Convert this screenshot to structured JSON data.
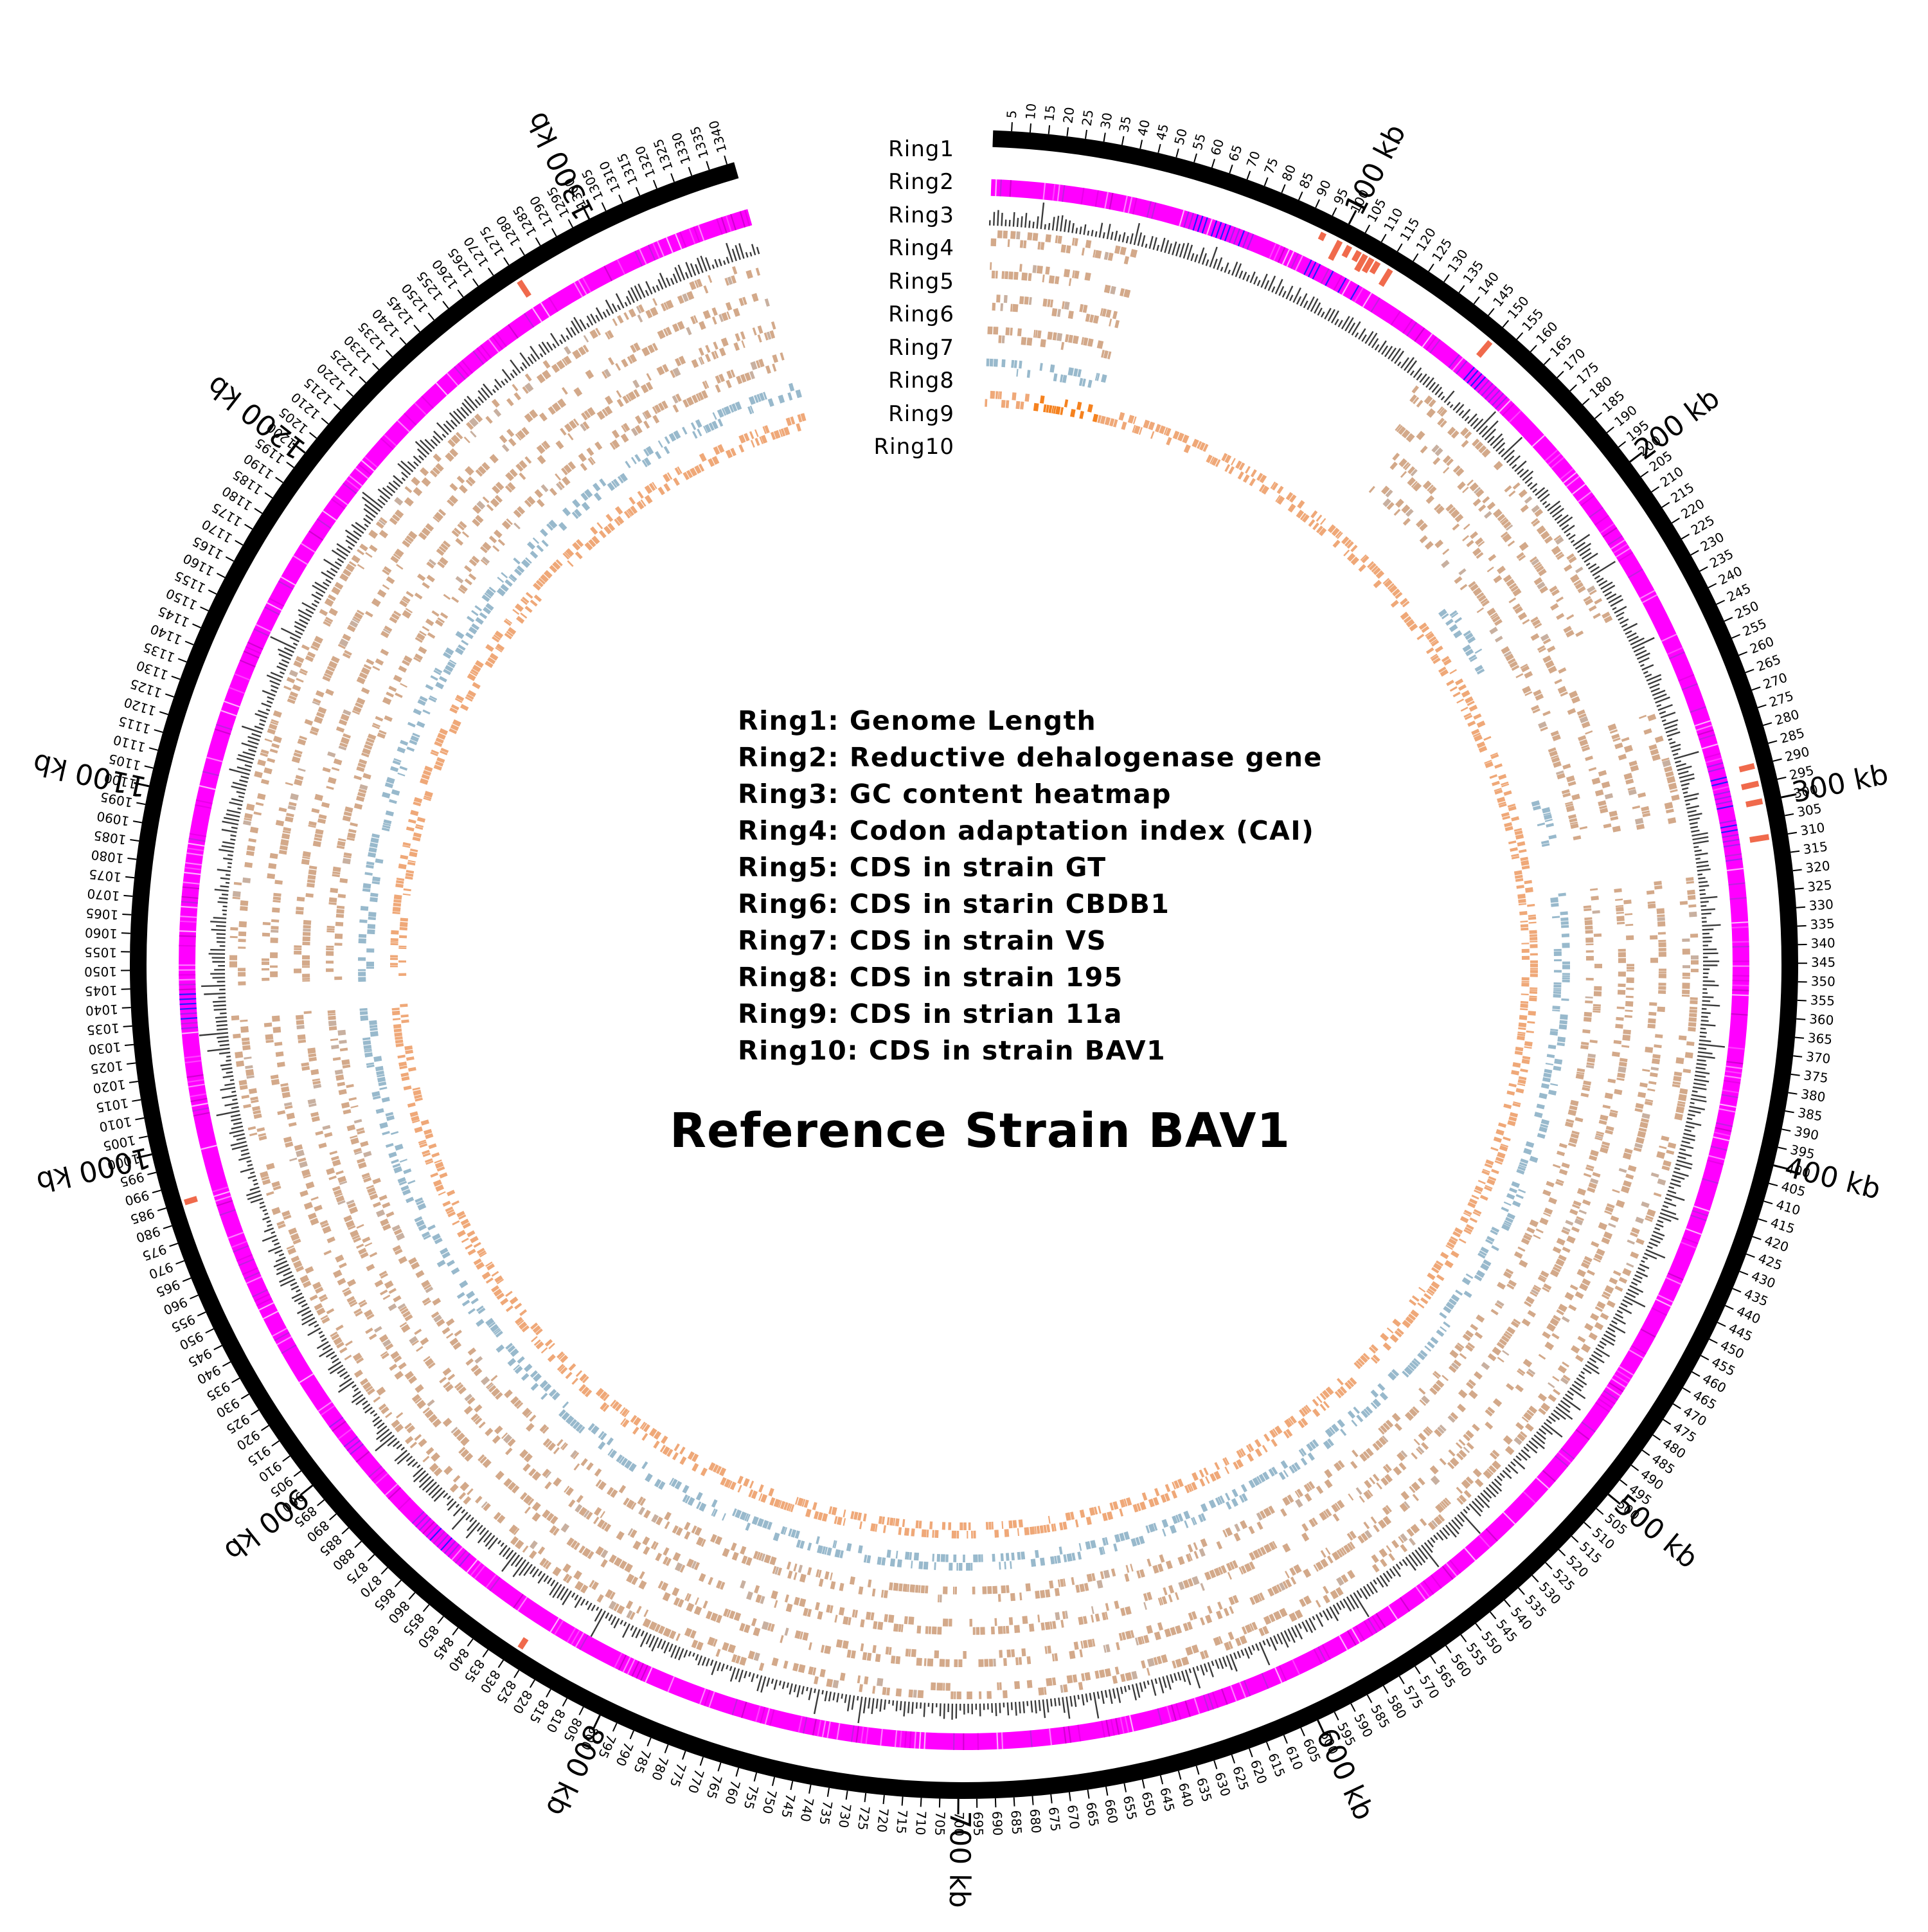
{
  "title": "Reference Strain BAV1",
  "genome": {
    "length_kb": 1342,
    "major_tick_step_kb": 100,
    "minor_tick_step_kb": 5,
    "tick_label_suffix": " kb"
  },
  "ring_names": [
    "Ring1",
    "Ring2",
    "Ring3",
    "Ring4",
    "Ring5",
    "Ring6",
    "Ring7",
    "Ring8",
    "Ring9",
    "Ring10"
  ],
  "legend": [
    "Ring1: Genome Length",
    "Ring2: Reductive dehalogenase gene",
    "Ring3: GC content heatmap",
    "Ring4: Codon adaptation index (CAI)",
    "Ring5: CDS in strain GT",
    "Ring6: CDS in starin CBDB1",
    "Ring7: CDS in strain VS",
    "Ring8: CDS in strain 195",
    "Ring9: CDS in strian 11a",
    "Ring10: CDS in strain BAV1"
  ],
  "colors": {
    "genome_ring": "#000000",
    "rdh_gene": "#f06a4c",
    "gc_high": "#ff00ff",
    "gc_mid": "#a020f0",
    "gc_low": "#2020ff",
    "cai_bars": "#3a3a3a",
    "cds_tan": "#d3a98a",
    "cds_orange": "#efa878",
    "cds_blue": "#98b9cc",
    "cds_bright_orange": "#f5821f"
  },
  "chart_data": {
    "type": "circular-genome-map",
    "genome_length_kb": 1342,
    "reductive_dehalogenase_genes_kb": [
      95,
      100,
      103,
      106,
      108,
      110,
      112,
      116,
      150,
      290,
      295,
      300,
      310,
      828,
      985,
      1275
    ],
    "gc_low_regions_kb": [
      [
        60,
        75
      ],
      [
        95,
        112
      ],
      [
        150,
        162
      ],
      [
        290,
        310
      ],
      [
        860,
        870
      ],
      [
        1035,
        1045
      ]
    ],
    "gc_mid_regions_kb": [
      [
        55,
        80
      ],
      [
        145,
        165
      ],
      [
        285,
        315
      ],
      [
        855,
        875
      ],
      [
        900,
        910
      ],
      [
        1030,
        1048
      ]
    ],
    "cds_gaps_kb": {
      "Ring5": [
        [
          45,
          140
        ],
        [
          235,
          265
        ],
        [
          300,
          318
        ],
        [
          565,
          570
        ],
        [
          1035,
          1045
        ]
      ],
      "Ring6": [
        [
          45,
          140
        ],
        [
          235,
          265
        ],
        [
          300,
          318
        ],
        [
          1035,
          1045
        ]
      ],
      "Ring7": [
        [
          45,
          150
        ],
        [
          300,
          318
        ],
        [
          1035,
          1045
        ]
      ],
      "Ring8": [
        [
          45,
          150
        ],
        [
          300,
          318
        ],
        [
          1035,
          1045
        ]
      ],
      "Ring9": [
        [
          45,
          200
        ],
        [
          230,
          280
        ],
        [
          300,
          318
        ],
        [
          1035,
          1045
        ]
      ],
      "Ring10": [
        [
          1035,
          1045
        ]
      ]
    }
  }
}
